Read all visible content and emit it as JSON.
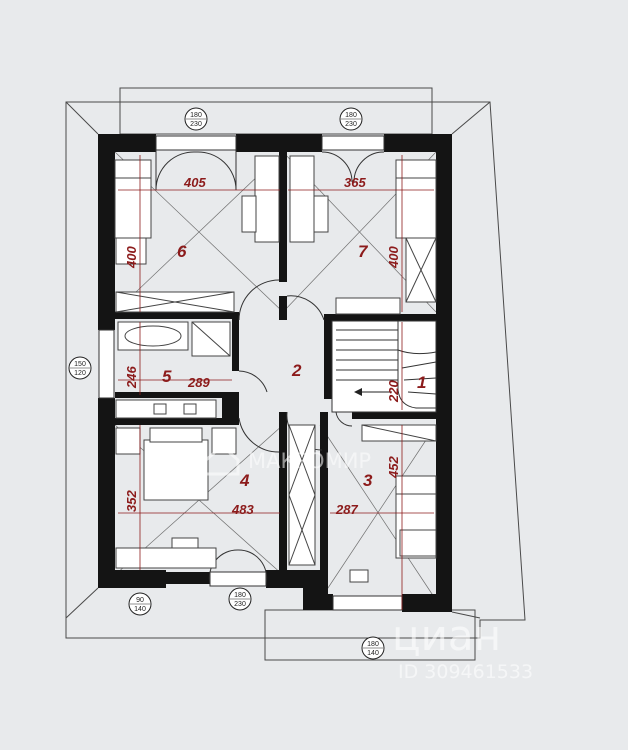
{
  "rooms": [
    {
      "number": "1"
    },
    {
      "number": "2"
    },
    {
      "number": "3"
    },
    {
      "number": "4"
    },
    {
      "number": "5"
    },
    {
      "number": "6"
    },
    {
      "number": "7"
    }
  ],
  "dimensions": {
    "r6_w": "405",
    "r6_h": "400",
    "r7_w": "365",
    "r7_h": "400",
    "r5_w": "289",
    "r5_h": "246",
    "r1_h": "220",
    "r3_w": "287",
    "r3_h": "452",
    "r4_w": "483",
    "r4_h": "352"
  },
  "window_tags": [
    {
      "top": "180",
      "bottom": "230"
    },
    {
      "top": "180",
      "bottom": "230"
    },
    {
      "top": "150",
      "bottom": "120"
    },
    {
      "top": "90",
      "bottom": "140"
    },
    {
      "top": "180",
      "bottom": "230"
    },
    {
      "top": "180",
      "bottom": "140"
    }
  ],
  "watermarks": {
    "brand": "МАКРОМИР",
    "cian": "циан",
    "id": "ID 309461533"
  },
  "colors": {
    "background": "#e8eaec",
    "wall": "#141414",
    "room_label": "#8c1b1b",
    "roof_line": "#4a4a4a"
  }
}
